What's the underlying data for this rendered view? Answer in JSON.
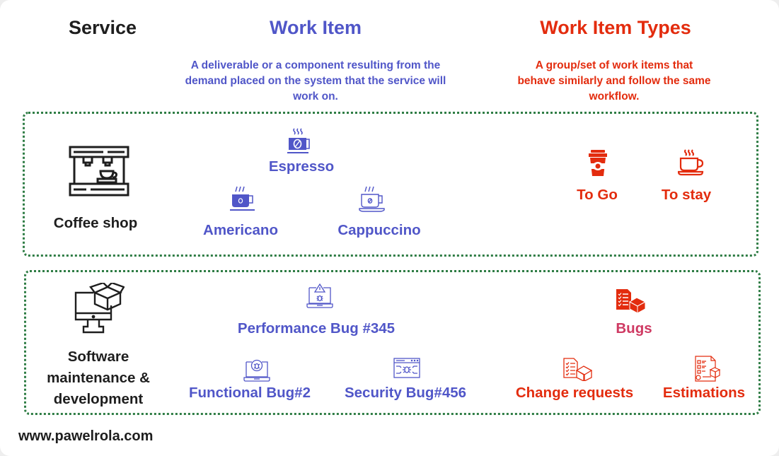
{
  "headers": {
    "service": "Service",
    "work_item": "Work Item",
    "work_item_types": "Work Item Types"
  },
  "descriptions": {
    "work_item": "A deliverable or a component resulting from the demand placed on the system that the service will work on.",
    "work_item_types": "A group/set of work items that behave similarly and follow the same workflow."
  },
  "rows": [
    {
      "service": {
        "label": "Coffee shop",
        "icon": "espresso-machine-icon"
      },
      "work_items": [
        {
          "label": "Espresso",
          "icon": "coffee-mug-icon"
        },
        {
          "label": "Americano",
          "icon": "coffee-cup-filled-icon"
        },
        {
          "label": "Cappuccino",
          "icon": "coffee-cup-outline-icon"
        }
      ],
      "work_item_types": [
        {
          "label": "To Go",
          "icon": "takeaway-cup-icon"
        },
        {
          "label": "To stay",
          "icon": "coffee-cup-icon"
        }
      ]
    },
    {
      "service": {
        "label_lines": [
          "Software",
          "maintenance &",
          "development"
        ],
        "icon": "computer-box-icon"
      },
      "work_items": [
        {
          "label": "Performance Bug #345",
          "icon": "laptop-warning-bug-icon"
        },
        {
          "label": "Functional Bug#2",
          "icon": "laptop-bug-icon"
        },
        {
          "label": "Security Bug#456",
          "icon": "browser-bug-icon"
        }
      ],
      "work_item_types": [
        {
          "label": "Bugs",
          "icon": "checklist-box-filled-icon"
        },
        {
          "label": "Change requests",
          "icon": "checklist-box-icon"
        },
        {
          "label": "Estimations",
          "icon": "document-estimate-icon"
        }
      ]
    }
  ],
  "footer": {
    "url": "www.pawelrola.com"
  },
  "colors": {
    "service": "#1e1e1e",
    "work_item": "#5056c8",
    "work_item_types": "#e32c0e",
    "bugs_label": "#cf3a63",
    "box_border": "#2f7d45"
  }
}
